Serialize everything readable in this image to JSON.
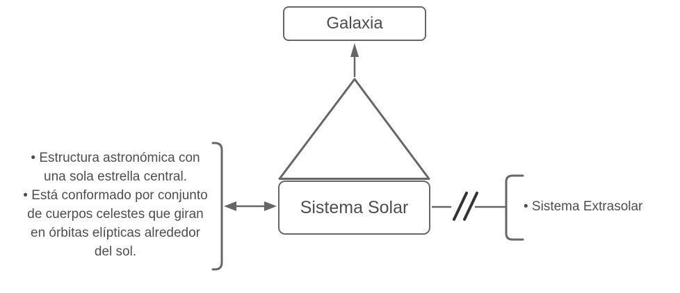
{
  "diagram": {
    "background_color": "#ffffff",
    "stroke_color": "#666666",
    "text_color": "#4d4d4d",
    "break_symbol_color": "#333333",
    "nodes": {
      "galaxia": {
        "label": "Galaxia"
      },
      "sistema_solar": {
        "label": "Sistema Solar"
      }
    },
    "connectors": {
      "triangle_to_galaxia": "arrow-up",
      "note_to_solar": "double-arrow",
      "solar_to_extrasolar": "line-with-break"
    },
    "left_note": {
      "lines": [
        "• Estructura astronómica con",
        "una sola estrella central.",
        "• Está conformado por conjunto",
        "de cuerpos celestes que giran",
        "en órbitas elípticas alrededor",
        "del sol."
      ]
    },
    "right_note": {
      "label": "• Sistema Extrasolar"
    }
  }
}
